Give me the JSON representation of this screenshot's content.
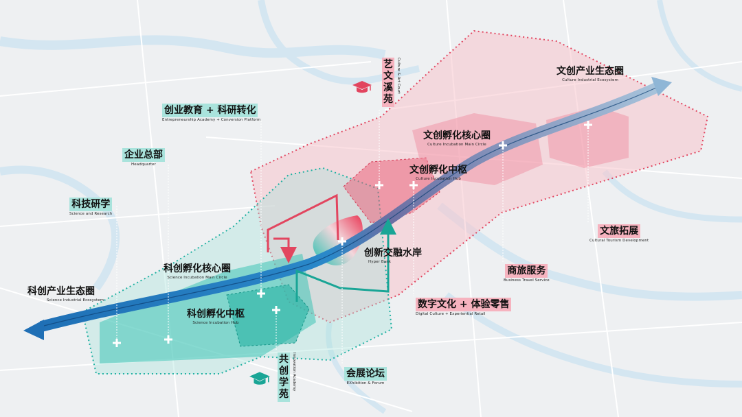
{
  "labels": {
    "science_eco": {
      "zh": "科创产业生态圈",
      "en": "Science Industrial Ecosystem"
    },
    "culture_eco": {
      "zh": "文创产业生态圈",
      "en": "Culture Industrial Ecosystem"
    },
    "ent_academy": {
      "zh": "创业教育 + 科研转化",
      "en": "Entrepreneurship Academy + Conversion Platform"
    },
    "headquarter": {
      "zh": "企业总部",
      "en": "Headquarter"
    },
    "sci_research": {
      "zh": "科技研学",
      "en": "Science and Research"
    },
    "sci_main_circle": {
      "zh": "科创孵化核心圈",
      "en": "Science Incubation Main Circle"
    },
    "sci_hub": {
      "zh": "科创孵化中枢",
      "en": "Science Incubation Hub"
    },
    "innovation_academy": {
      "zh": "共创学苑",
      "en": "Innovation Academy"
    },
    "exhibition": {
      "zh": "会展论坛",
      "en": "EXhibition & Forum"
    },
    "hyper_bank": {
      "zh": "创新交融水岸",
      "en": "Hyper Bank"
    },
    "digital_culture": {
      "zh": "数字文化 + 体验零售",
      "en": "Digital Culture + Experiential Retail"
    },
    "business_travel": {
      "zh": "商旅服务",
      "en": "Business Travel Service"
    },
    "cultural_tourism": {
      "zh": "文旅拓展",
      "en": "Cultural Tourism Development"
    },
    "cul_main_circle": {
      "zh": "文创孵化核心圈",
      "en": "Culture Incubation Main Circle"
    },
    "cul_hub": {
      "zh": "文创孵化中枢",
      "en": "Culture Incubation Hub"
    },
    "art_court": {
      "zh": "艺文溪苑",
      "en": "Culture & Art Court"
    }
  },
  "colors": {
    "teal": "#2fc1b3",
    "teal_dark": "#19a596",
    "pink": "#ee6a82",
    "pink_light": "#f7c4cc",
    "blue_axis": "#1f6fb5",
    "water": "#d4e6f1",
    "teal_label_bg": "#a9e3dc",
    "pink_label_bg": "#f6b3bf"
  },
  "icons": [
    "graduation-cap-icon",
    "plus-marker-icon",
    "arrow-left-icon",
    "arrow-right-icon"
  ]
}
